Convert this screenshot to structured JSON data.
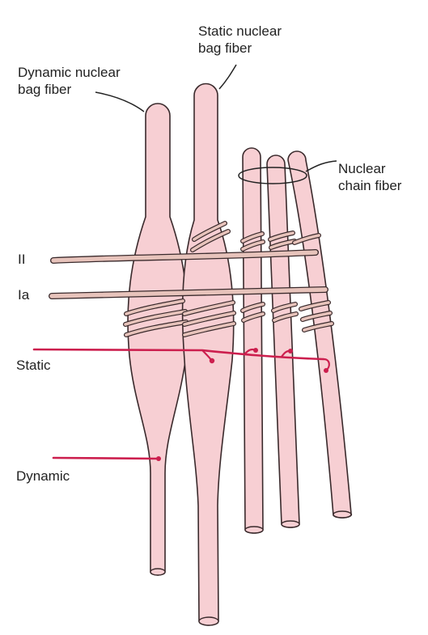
{
  "labels": {
    "dynamic_bag": [
      "Dynamic nuclear",
      "bag fiber"
    ],
    "static_bag": [
      "Static nuclear",
      "bag fiber"
    ],
    "chain": [
      "Nuclear",
      "chain fiber"
    ],
    "ii": "II",
    "ia": "Ia",
    "static_axon": "Static",
    "dynamic_axon": "Dynamic"
  },
  "colors": {
    "fiber_fill": "#f7cfd3",
    "fiber_outline": "#3a2a2c",
    "sensory_nerve_fill": "#e7c3bb",
    "motor_axon": "#cc1f4e",
    "label_text": "#222222"
  }
}
